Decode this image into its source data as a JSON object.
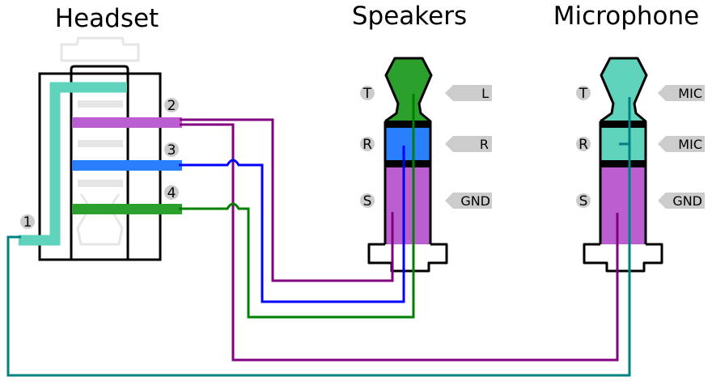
{
  "titles": {
    "headset": "Headset",
    "speakers": "Speakers",
    "microphone": "Microphone"
  },
  "headset_pins": [
    "1",
    "2",
    "3",
    "4"
  ],
  "plug_contacts": [
    "T",
    "R",
    "S"
  ],
  "speakers_tags": [
    "L",
    "R",
    "GND"
  ],
  "microphone_tags": [
    "MIC",
    "MIC",
    "GND"
  ],
  "colors": {
    "teal": "#5fd3bc",
    "purple": "#bb5fd0",
    "blue": "#2a7fff",
    "green": "#2ca02c",
    "wire_teal": "#008080",
    "wire_purple": "#800080",
    "wire_blue": "#0000ff",
    "wire_green": "#008000"
  }
}
